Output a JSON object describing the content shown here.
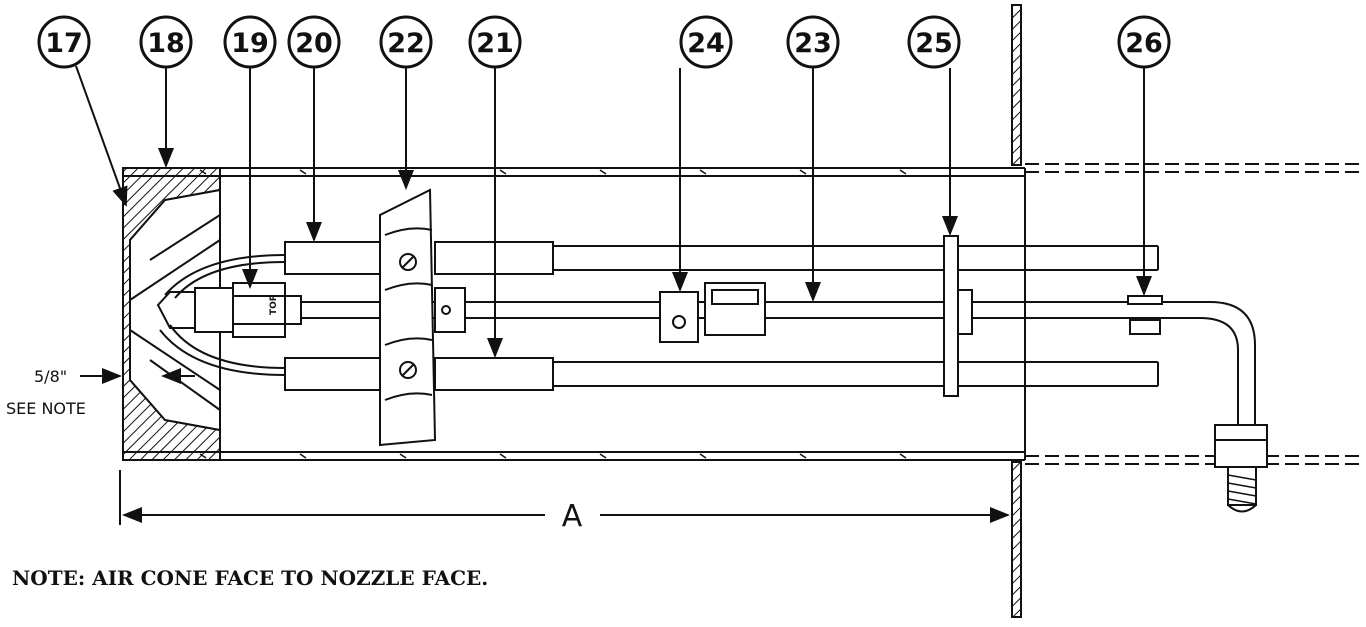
{
  "callouts": [
    {
      "id": "c17",
      "label": "17"
    },
    {
      "id": "c18",
      "label": "18"
    },
    {
      "id": "c19",
      "label": "19"
    },
    {
      "id": "c20",
      "label": "20"
    },
    {
      "id": "c22",
      "label": "22"
    },
    {
      "id": "c21",
      "label": "21"
    },
    {
      "id": "c24",
      "label": "24"
    },
    {
      "id": "c23",
      "label": "23"
    },
    {
      "id": "c25",
      "label": "25"
    },
    {
      "id": "c26",
      "label": "26"
    }
  ],
  "dimension_offset": {
    "line1": "5/8\"",
    "line2": "SEE NOTE"
  },
  "dimension_main": "A",
  "nozzle_marking": "TOP",
  "note": "NOTE: AIR CONE FACE TO NOZZLE FACE."
}
